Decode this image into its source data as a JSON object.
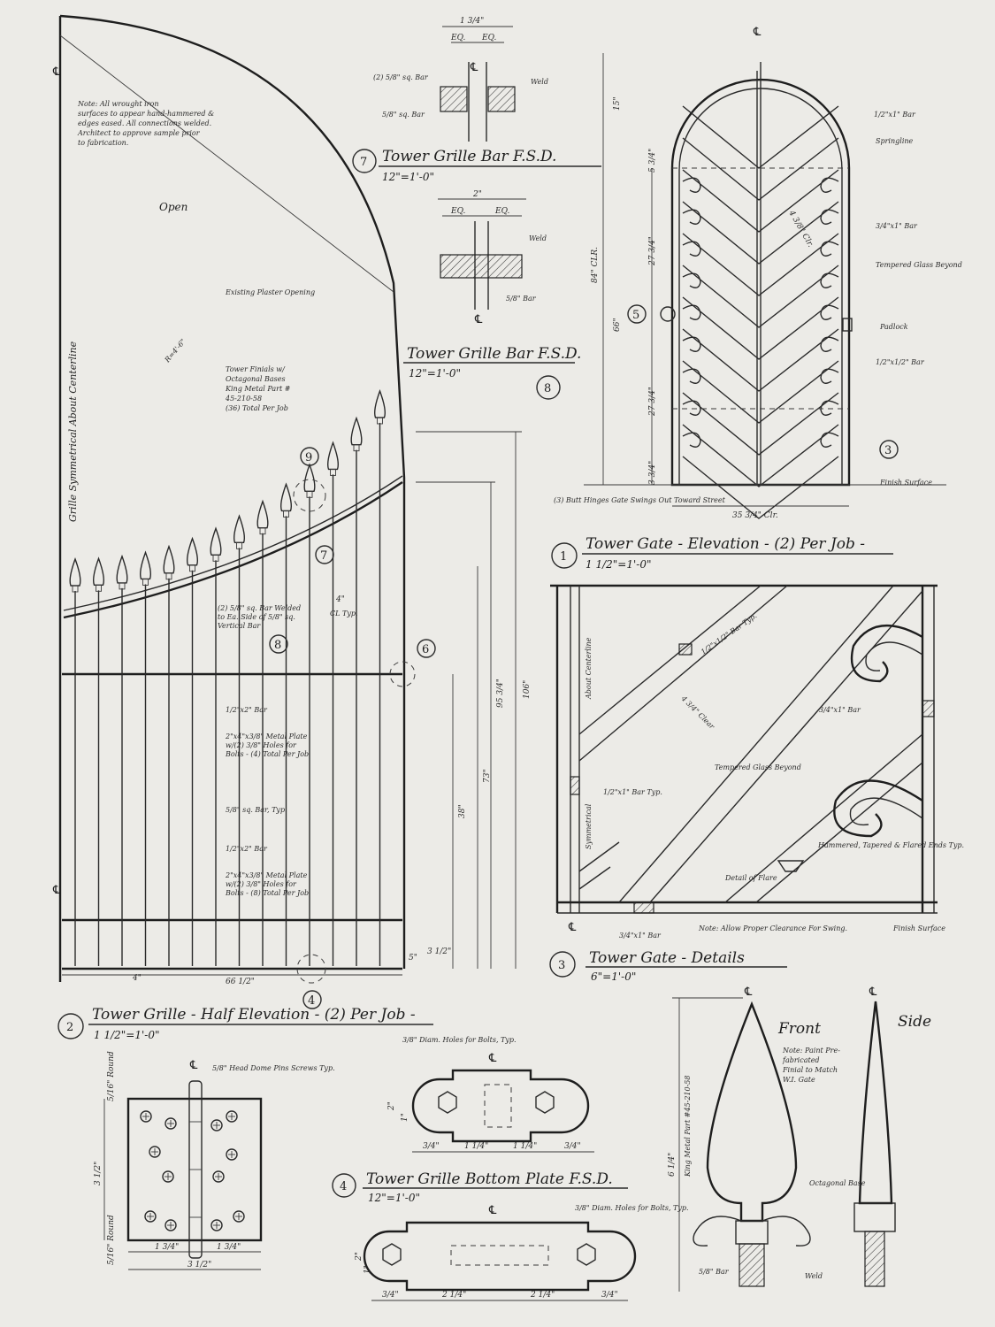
{
  "sheet": {
    "paper_color": "#ecebe7",
    "ink_color": "#222222"
  },
  "notes": {
    "general": [
      "Note: All wrought iron",
      "surfaces to appear hand-hammered &",
      "edges eased. All connections welded.",
      "Architect to approve sample prior",
      "to fabrication."
    ],
    "open": "Open",
    "existing_opening": "Existing Plaster Opening",
    "symmetry": "Grille Symmetrical About Centerline",
    "finial_note": [
      "Tower Finials w/",
      "Octagonal Bases",
      "King Metal Part #",
      "45-210-58",
      "(36) Total Per Job"
    ],
    "bar_welded": [
      "(2) 5/8\" sq. Bar Welded",
      "to Ea. Side of 5/8\" sq.",
      "Vertical Bar"
    ],
    "flat_bar_a": "1/2\"x2\" Bar",
    "plate_a": [
      "2\"x4\"x3/8\" Metal Plate",
      "w/(2) 3/8\" Holes for",
      "Bolts - (4) Total Per Job"
    ],
    "sq_bar": "5/8\" sq. Bar, Typ.",
    "flat_bar_b": "1/2\"x2\" Bar",
    "plate_b": [
      "2\"x4\"x3/8\" Metal Plate",
      "w/(2) 3/8\" Holes for",
      "Bolts - (8) Total Per Job"
    ],
    "radius": "R=4'-6\"",
    "cl_typ": "CL Typ.",
    "gate_bar_top": "1/2\"x1\" Bar",
    "springline": "Springline",
    "gate_bar_mid": "3/4\"x1\" Bar",
    "tempered_glass": "Tempered Glass Beyond",
    "padlock": "Padlock",
    "gate_bar_low": "1/2\"x1/2\" Bar",
    "finish_surface": "Finish Surface",
    "butt_hinges": "(3) Butt Hinges Gate Swings Out Toward Street",
    "det_bar_a": "1/2\"x1/2\" Bar Typ.",
    "det_about_cl": "About Centerline",
    "det_clear": "4 3/4\" Clear",
    "det_bar_b": "3/4\"x1\" Bar",
    "det_glass": "Tempered Glass Beyond",
    "det_bar_c": "1/2\"x1\" Bar Typ.",
    "det_symm": "Symmetrical",
    "det_flare": "Detail of Flare",
    "det_ends": "Hammered, Tapered & Flared Ends Typ.",
    "det_bottom_bar": "3/4\"x1\" Bar",
    "det_clearance": "Note: Allow Proper Clearance For Swing.",
    "det_finish": "Finish Surface",
    "sec7_bar": "(2) 5/8\" sq. Bar",
    "sec7_weld": "Weld",
    "sec7_bar2": "5/8\" sq. Bar",
    "sec8_weld": "Weld",
    "sec8_bar": "5/8\" Bar",
    "hinge_pin": "5/8\" Head Dome Pins Screws Typ.",
    "plate_holes_top": "3/8\" Diam. Holes for Bolts, Typ.",
    "plate_holes_bot": "3/8\" Diam. Holes for Bolts, Typ.",
    "finial_paint": [
      "Note: Paint Pre-",
      "fabricated",
      "Finial to Match",
      "W.I. Gate"
    ],
    "finial_oct": "Octagonal Base",
    "finial_weld": "Weld",
    "finial_bar": "5/8\" Bar",
    "finial_part": "King Metal Part #45-210-58"
  },
  "dims": {
    "sec7_width": "1 3/4\"",
    "eq": "EQ.",
    "sec8_width": "2\"",
    "gate_top": "15\"",
    "gate_spring": "5 3/4\"",
    "gate_curve": "4 3/8\" Clr.",
    "gate_upper": "27 3/4\"",
    "gate_total": "84\" CLR.",
    "gate_mid": "66\"",
    "gate_lower": "27 3/4\"",
    "gate_bottom": "3 3/4\"",
    "gate_width": "35 3/4\" Clr.",
    "grille_spacing": "4\"",
    "grille_width": "66 1/2\"",
    "grille_h1": "106\"",
    "grille_h2": "95 3/4\"",
    "grille_h3": "73\"",
    "grille_h4": "38\"",
    "grille_base": "3 1/2\"",
    "grille_base2": "5\"",
    "grille_4": "4\"",
    "hinge_w": "3 1/2\"",
    "hinge_h": "3 1/2\"",
    "hinge_a": "1 3/4\"",
    "hinge_b": "1 3/4\"",
    "hinge_top": "5/16\" Round",
    "hinge_bot": "5/16\" Round",
    "bp_a": "3/4\"",
    "bp_b": "1 1/4\"",
    "bp_c": "1 1/4\"",
    "bp_d": "3/4\"",
    "bp_h": "2\"",
    "bp_h1": "1\"",
    "bp2_a": "3/4\"",
    "bp2_b": "2 1/4\"",
    "bp2_c": "2 1/4\"",
    "bp2_d": "3/4\"",
    "bp2_h": "2\"",
    "bp2_h1": "1\"",
    "finial_h": "6 1/4\""
  },
  "symbols": {
    "centerline": "℄",
    "callouts": [
      "9",
      "7",
      "8",
      "6",
      "4",
      "5",
      "3"
    ]
  },
  "titles": {
    "t7": {
      "num": "7",
      "title": "Tower Grille Bar F.S.D.",
      "scale": "12\"=1'-0\""
    },
    "t8": {
      "num": "8",
      "title": "Tower Grille Bar F.S.D.",
      "scale": "12\"=1'-0\""
    },
    "t1": {
      "num": "1",
      "title": "Tower Gate - Elevation - (2) Per Job -",
      "scale": "1 1/2\"=1'-0\""
    },
    "t2": {
      "num": "2",
      "title": "Tower Grille - Half Elevation - (2) Per Job -",
      "scale": "1 1/2\"=1'-0\""
    },
    "t3": {
      "num": "3",
      "title": "Tower Gate - Details",
      "scale": "6\"=1'-0\""
    },
    "t4": {
      "num": "4",
      "title": "Tower Grille Bottom Plate F.S.D.",
      "scale": "12\"=1'-0\""
    },
    "finial_front": "Front",
    "finial_side": "Side"
  }
}
